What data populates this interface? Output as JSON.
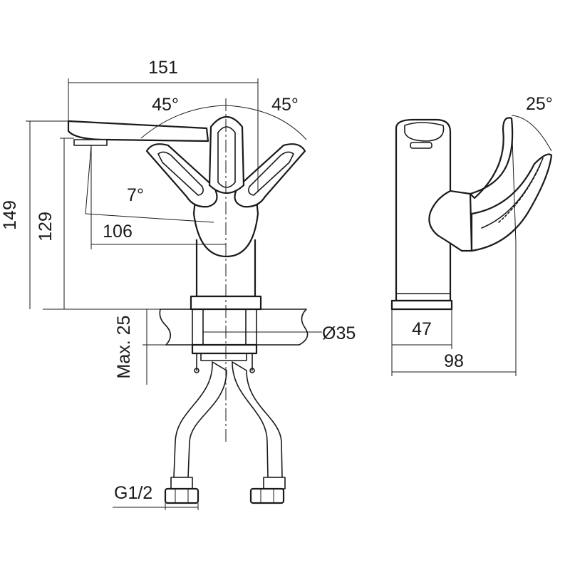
{
  "dimensions": {
    "width_overall": "151",
    "angle_left": "45°",
    "angle_right": "45°",
    "angle_spout": "7°",
    "spout_reach": "106",
    "height_overall": "149",
    "spout_height": "129",
    "max_thickness": "Max. 25",
    "mount_diameter": "Ø35",
    "thread": "G1/2",
    "angle_side": "25°",
    "base_depth": "47",
    "depth_overall": "98"
  },
  "colors": {
    "line": "#1a1a1a",
    "background": "#ffffff"
  }
}
